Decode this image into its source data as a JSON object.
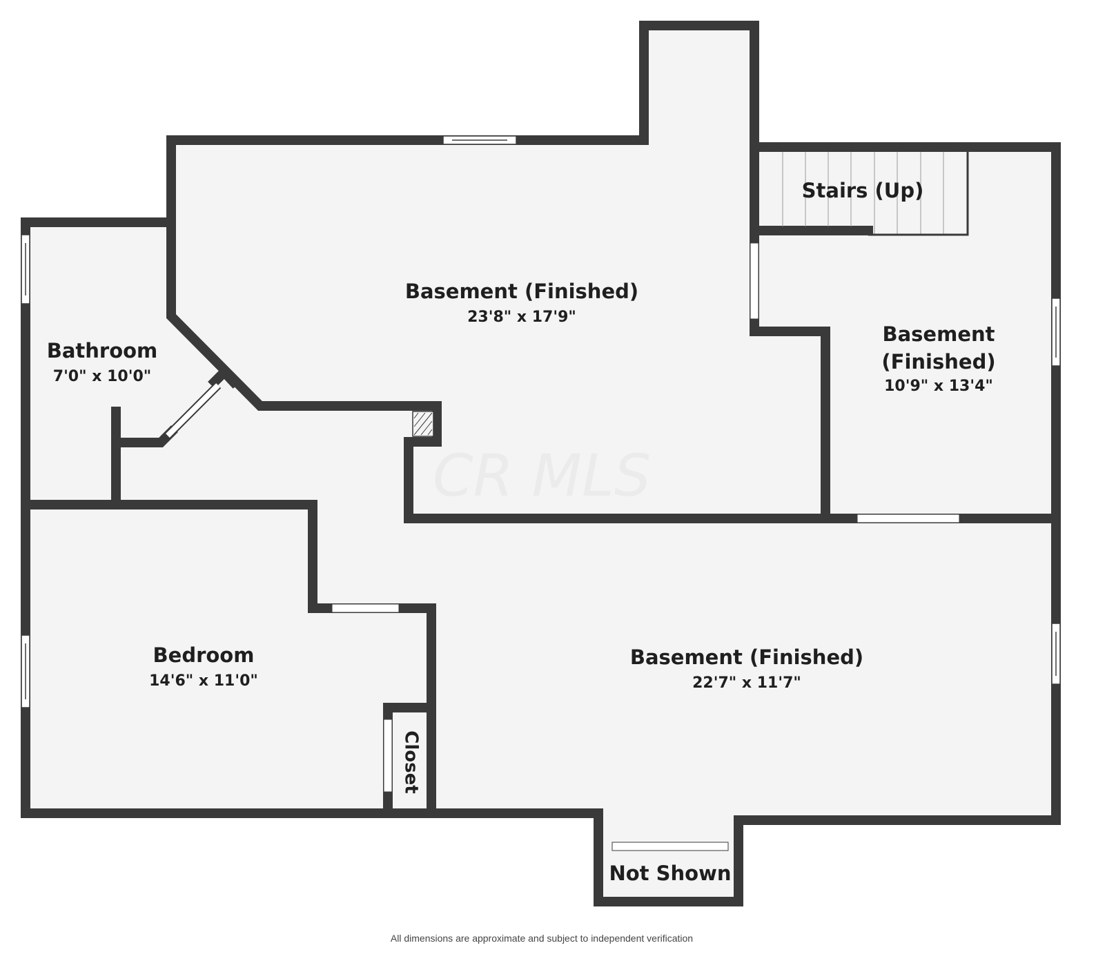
{
  "rooms": {
    "basement_main": {
      "name": "Basement (Finished)",
      "dims": "23'8\" x 17'9\""
    },
    "basement_right": {
      "name_line1": "Basement",
      "name_line2": "(Finished)",
      "dims": "10'9\" x 13'4\""
    },
    "basement_lower": {
      "name": "Basement (Finished)",
      "dims": "22'7\" x 11'7\""
    },
    "bathroom": {
      "name": "Bathroom",
      "dims": "7'0\" x 10'0\""
    },
    "bedroom": {
      "name": "Bedroom",
      "dims": "14'6\" x 11'0\""
    },
    "closet": {
      "name": "Closet"
    },
    "stairs": {
      "name": "Stairs (Up)"
    },
    "not_shown": {
      "name": "Not Shown"
    }
  },
  "watermark": "CR MLS",
  "footer": "All dimensions are approximate and subject to independent verification",
  "colors": {
    "wall": "#3a3a3a",
    "floor": "#f4f4f4",
    "text": "#1f1f1f"
  }
}
